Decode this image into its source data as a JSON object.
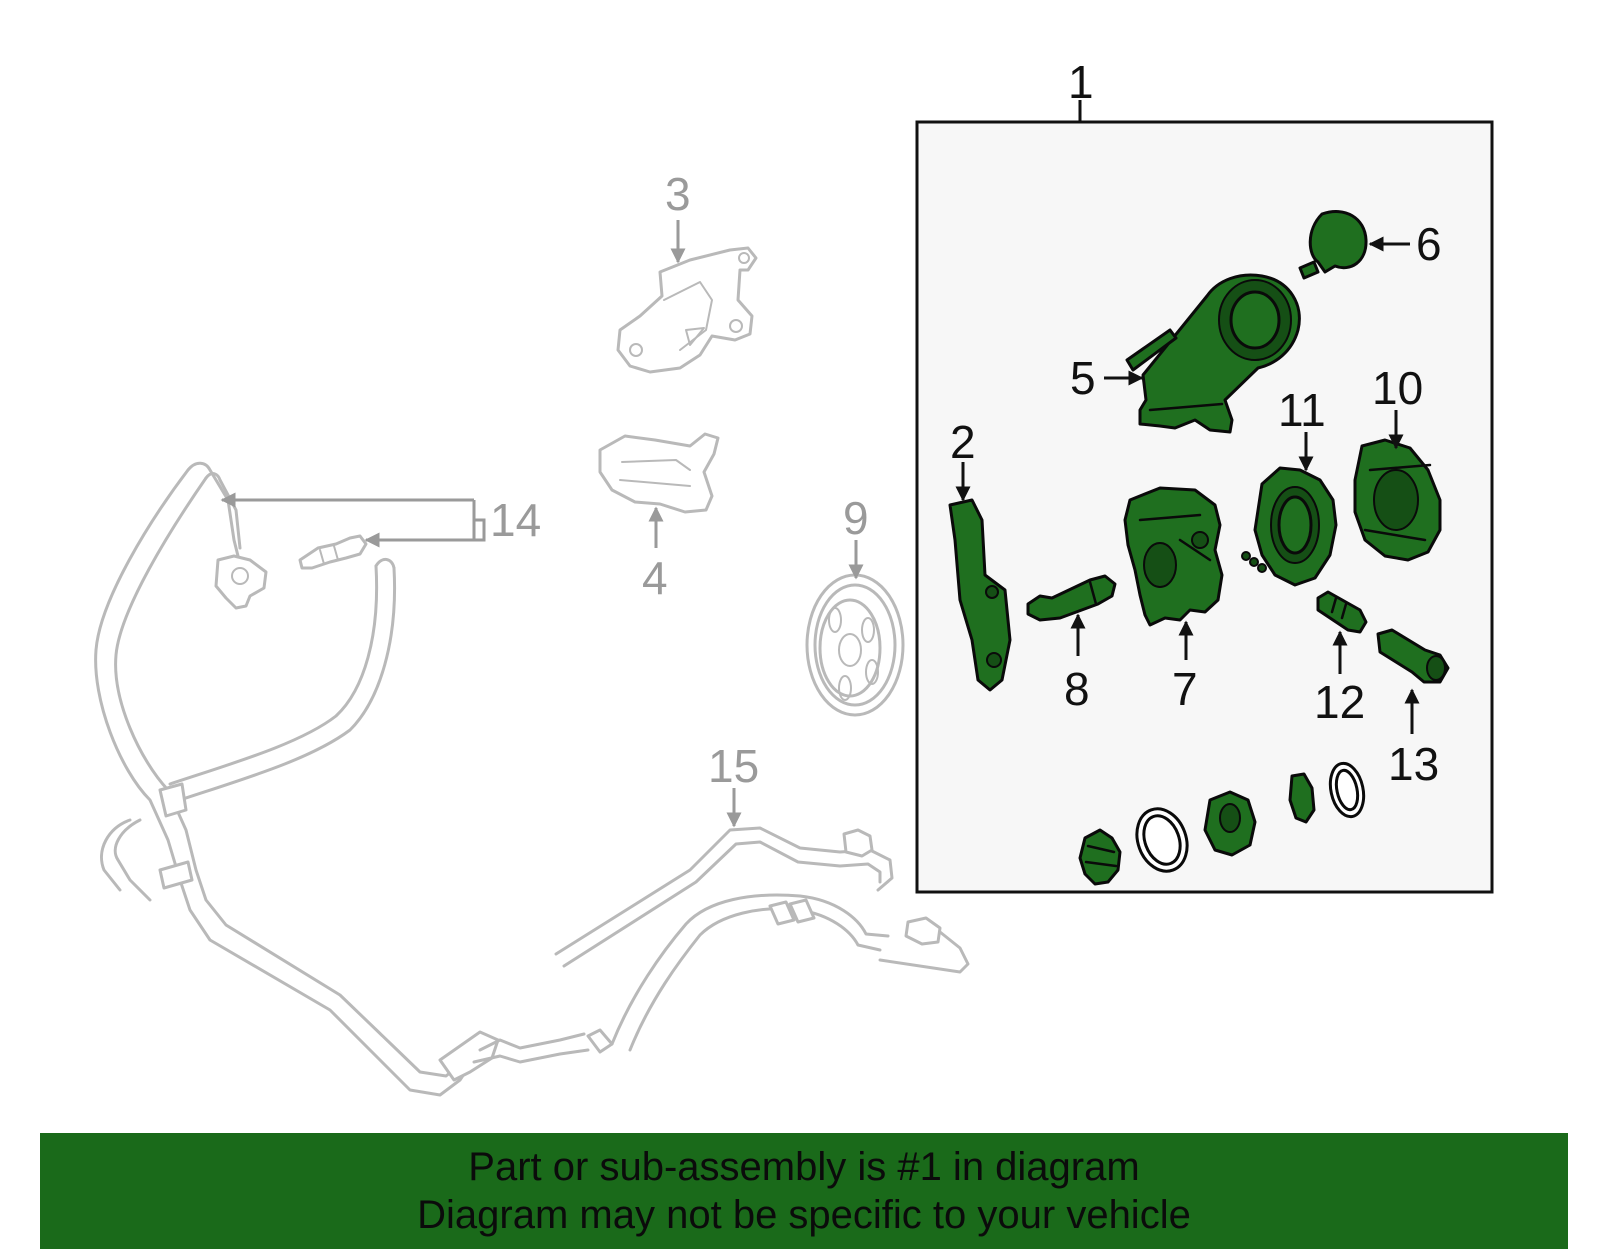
{
  "callouts": {
    "c1": "1",
    "c2": "2",
    "c3": "3",
    "c4": "4",
    "c5": "5",
    "c6": "6",
    "c7": "7",
    "c8": "8",
    "c9": "9",
    "c10": "10",
    "c11": "11",
    "c12": "12",
    "c13": "13",
    "c14": "14",
    "c15": "15"
  },
  "footer": {
    "line1": "Part or sub-assembly is #1 in diagram",
    "line2": "Diagram may not be specific to your vehicle"
  },
  "colors": {
    "highlight_part": "#1f6f1f",
    "footer_band": "#1a6a1a",
    "ghost_part": "#b9b9b9",
    "gray_callout": "#9a9a9a"
  }
}
